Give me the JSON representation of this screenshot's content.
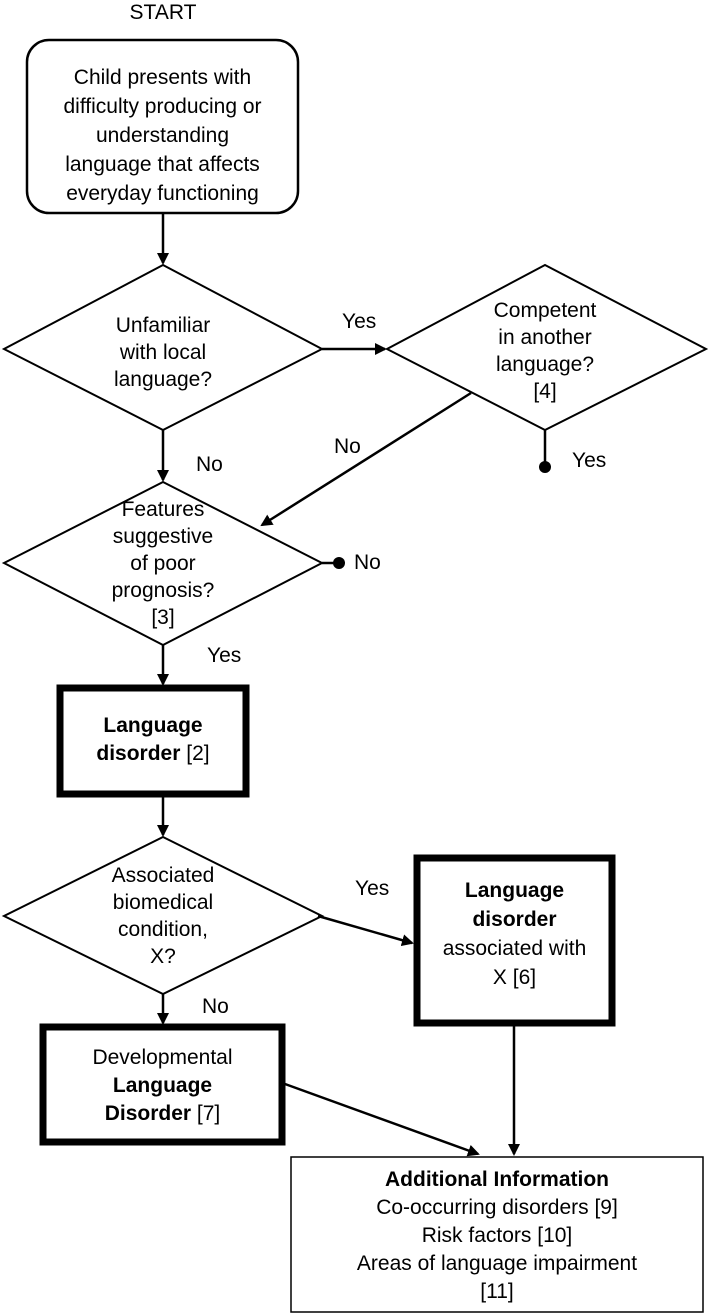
{
  "start_label": "START",
  "nodes": {
    "start_box": {
      "lines": [
        "Child presents with",
        "difficulty producing or",
        "understanding",
        "language that affects",
        "everyday functioning"
      ]
    },
    "unfamiliar_decision": {
      "lines": [
        "Unfamiliar",
        "with local",
        "language?"
      ]
    },
    "competent_decision": {
      "lines": [
        "Competent",
        "in another",
        "language?",
        "[4]"
      ]
    },
    "prognosis_decision": {
      "lines": [
        "Features",
        "suggestive",
        "of poor",
        "prognosis?",
        "[3]"
      ]
    },
    "language_disorder_box": {
      "bold_line1": "Language",
      "bold_line2": "disorder",
      "ref": "[2]"
    },
    "biomedical_decision": {
      "lines": [
        "Associated",
        "biomedical",
        "condition,",
        "X?"
      ]
    },
    "associated_box": {
      "bold_line1": "Language",
      "bold_line2": "disorder",
      "line3": "associated with",
      "line4": "X [6]"
    },
    "dld_box": {
      "line1": "Developmental",
      "bold_line2": "Language",
      "bold_line3": "Disorder",
      "ref": "[7]"
    },
    "additional_box": {
      "title": "Additional Information",
      "lines": [
        "Co-occurring disorders [9]",
        "Risk factors [10]",
        "Areas of language impairment",
        "[11]"
      ]
    }
  },
  "edge_labels": {
    "unfamiliar_yes": "Yes",
    "unfamiliar_no": "No",
    "competent_no": "No",
    "competent_yes": "Yes",
    "prognosis_no": "No",
    "prognosis_yes": "Yes",
    "biomedical_yes": "Yes",
    "biomedical_no": "No"
  }
}
